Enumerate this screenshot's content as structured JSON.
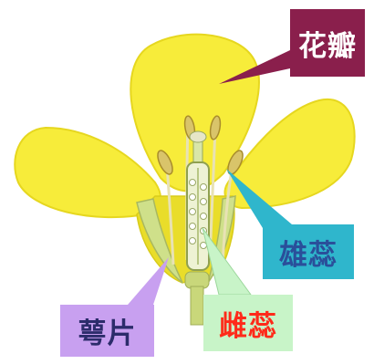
{
  "labels": {
    "petal": "花瓣",
    "stamen": "雄蕊",
    "pistil": "雌蕊",
    "sepal": "萼片"
  },
  "colors": {
    "petal": "#f7ec3a",
    "label_petal_bg": "#8a1f4c",
    "label_stamen_bg": "#2fb6cc",
    "label_pistil_bg": "#c8f4c8",
    "label_sepal_bg": "#c8a0f0"
  }
}
